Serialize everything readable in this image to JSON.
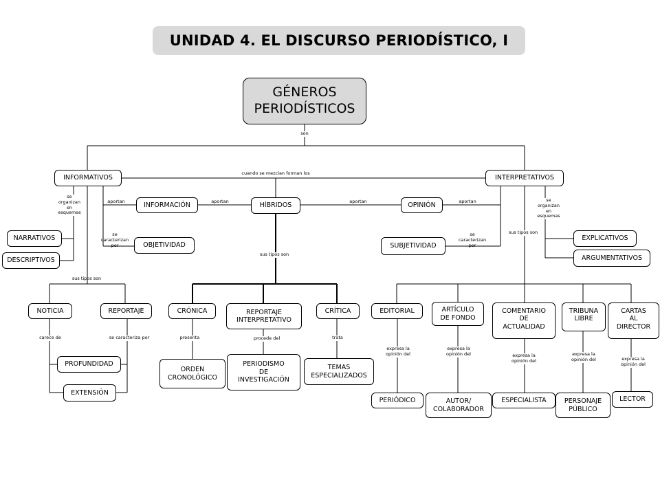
{
  "title": "UNIDAD 4. EL DISCURSO PERIODÍSTICO, I",
  "nodes": {
    "root": "GÉNEROS\nPERIODÍSTICOS",
    "informativos": "INFORMATIVOS",
    "interpretativos": "INTERPRETATIVOS",
    "informacion": "INFORMACIÓN",
    "hibridos": "HÍBRIDOS",
    "opinion": "OPINIÓN",
    "objetividad": "OBJETIVIDAD",
    "subjetividad": "SUBJETIVIDAD",
    "narrativos": "NARRATIVOS",
    "descriptivos": "DESCRIPTIVOS",
    "explicativos": "EXPLICATIVOS",
    "argumentativos": "ARGUMENTATIVOS",
    "noticia": "NOTICIA",
    "reportaje": "REPORTAJE",
    "cronica": "CRÓNICA",
    "reportaje_interpretativo": "REPORTAJE\nINTERPRETATIVO",
    "critica": "CRÍTICA",
    "editorial": "EDITORIAL",
    "articulo_fondo": "ARTÍCULO\nDE FONDO",
    "comentario_actualidad": "COMENTARIO\nDE\nACTUALIDAD",
    "tribuna_libre": "TRIBUNA\nLIBRE",
    "cartas_director": "CARTAS\nAL\nDIRECTOR",
    "profundidad": "PROFUNDIDAD",
    "extension": "EXTENSIÓN",
    "orden_cronologico": "ORDEN\nCRONOLÓGICO",
    "periodismo_investigacion": "PERIODISMO\nDE\nINVESTIGACIÓN",
    "temas_especializados": "TEMAS\nESPECIALIZADOS",
    "periodico": "PERIÓDICO",
    "autor_colaborador": "AUTOR/\nCOLABORADOR",
    "especialista": "ESPECIALISTA",
    "personaje_publico": "PERSONAJE\nPÚBLICO",
    "lector": "LECTOR"
  },
  "links": {
    "son": "son",
    "cuando_se_mezclan": "cuando se mezclan forman los",
    "aportan_info": "aportan",
    "aportan_hib_left": "aportan",
    "aportan_hib_right": "aportan",
    "aportan_interp": "aportan",
    "se_organizan_left": "se\norganizan\nen\nesquemas",
    "se_caracterizan_left": "se\ncaracterizan\npor",
    "se_caracterizan_right": "se\ncaracterizan\npor",
    "se_organizan_right": "se\norganizan\nen\nesquemas",
    "sus_tipos_info": "sus tipos son",
    "sus_tipos_hib": "sus tipos son",
    "sus_tipos_interp": "sus tipos son",
    "carece_de": "carece de",
    "se_caracteriza_por": "se caracteriza por",
    "presenta": "presenta",
    "procede_del": "procede del",
    "trata": "trata",
    "expresa_1": "expresa la\nopinión del",
    "expresa_2": "expresa la\nopinión del",
    "expresa_3": "expresa la\nopinión del",
    "expresa_4": "expresa la\nopinión del",
    "expresa_5": "expresa la\nopinión del"
  }
}
